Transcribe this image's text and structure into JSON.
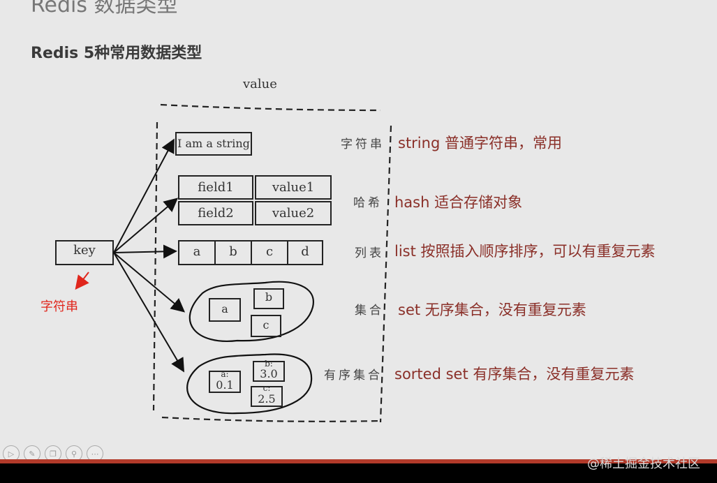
{
  "slide": {
    "top_title": "Redis 数据类型",
    "subtitle": "Redis 5种常用数据类型",
    "value_label": "value",
    "key_label": "key",
    "key_type_note": "字符串"
  },
  "rows": [
    {
      "type_zh": "字符串",
      "desc": "string 普通字符串，常用",
      "cells": [
        "I am a string"
      ]
    },
    {
      "type_zh": "哈希",
      "desc": "hash 适合存储对象",
      "cells": [
        "field1",
        "value1",
        "field2",
        "value2"
      ]
    },
    {
      "type_zh": "列表",
      "desc": "list 按照插入顺序排序，可以有重复元素",
      "cells": [
        "a",
        "b",
        "c",
        "d"
      ]
    },
    {
      "type_zh": "集合",
      "desc": "set 无序集合，没有重复元素",
      "cells": [
        "a",
        "b",
        "c"
      ]
    },
    {
      "type_zh": "有序集合",
      "desc": "sorted set 有序集合，没有重复元素",
      "cells": [
        "a:",
        "0.1",
        "b:",
        "3.0",
        "c:",
        "2.5"
      ]
    }
  ],
  "watermark": "@稀土掘金技术社区",
  "controls": [
    {
      "icon": "play-icon",
      "glyph": "▷"
    },
    {
      "icon": "pen-icon",
      "glyph": "✎"
    },
    {
      "icon": "copy-icon",
      "glyph": "❐"
    },
    {
      "icon": "zoom-icon",
      "glyph": "⚲"
    },
    {
      "icon": "more-icon",
      "glyph": "⋯"
    }
  ],
  "colors": {
    "description": "#8a2f28",
    "annotation": "#e0261c",
    "bottom_bar": "#b23a2a"
  }
}
